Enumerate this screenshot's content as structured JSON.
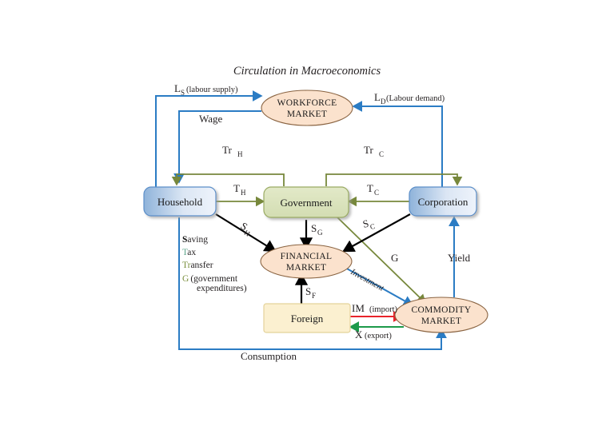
{
  "title": "Circulation in Macroeconomics",
  "colors": {
    "blue_line": "#2b7cc4",
    "olive_line": "#77883c",
    "black_line": "#000000",
    "red_line": "#e8232a",
    "green_line": "#1d9a4a",
    "ellipse_fill": "#fbe2cd",
    "ellipse_stroke": "#8a6442",
    "box_blue_light": "#e8eff9",
    "box_blue_dark": "#8fb3da",
    "box_blue_stroke": "#5b8fc9",
    "box_green_fill": "#dde5c0",
    "box_green_stroke": "#9aab63",
    "box_cream_fill": "#fbf0d0",
    "box_cream_stroke": "#e4d39a",
    "text": "#231f20"
  },
  "nodes": {
    "workforce_market": {
      "line1": "WORKFORCE",
      "line2": "MARKET"
    },
    "financial_market": {
      "line1": "FINANCIAL",
      "line2": "MARKET"
    },
    "commodity_market": {
      "line1": "COMMODITY",
      "line2": "MARKET"
    },
    "household": {
      "label": "Household"
    },
    "government": {
      "label": "Government"
    },
    "corporation": {
      "label": "Corporation"
    },
    "foreign": {
      "label": "Foreign"
    }
  },
  "flows": {
    "labour_supply": {
      "symbol": "L",
      "subscript": "S",
      "note": "(labour supply)"
    },
    "labour_demand": {
      "symbol": "L",
      "subscript": "D",
      "note": "(Labour demand)"
    },
    "wage": {
      "label": "Wage"
    },
    "transfer_household": {
      "symbol": "Tr",
      "subscript": "H"
    },
    "transfer_corporation": {
      "symbol": "Tr",
      "subscript": "C"
    },
    "tax_household": {
      "symbol": "T",
      "subscript": "H"
    },
    "tax_corporation": {
      "symbol": "T",
      "subscript": "C"
    },
    "saving_household": {
      "symbol": "S",
      "subscript": "H"
    },
    "saving_government": {
      "symbol": "S",
      "subscript": "G"
    },
    "saving_corporation": {
      "symbol": "S",
      "subscript": "C"
    },
    "saving_foreign": {
      "symbol": "S",
      "subscript": "F"
    },
    "government_expenditure": {
      "symbol": "G"
    },
    "investment": {
      "label": "Investment"
    },
    "yield": {
      "label": "Yield"
    },
    "consumption": {
      "label": "Consumption"
    },
    "import": {
      "symbol": "IM",
      "note": "(import)"
    },
    "export": {
      "symbol": "X",
      "note": "(export)"
    }
  },
  "legend": {
    "saving": {
      "initial": "S",
      "rest": "aving"
    },
    "tax": {
      "initial": "T",
      "rest": "ax"
    },
    "transfer": {
      "initial": "Tr",
      "rest": "ansfer"
    },
    "government": {
      "initial": "G",
      "rest": "(government",
      "rest2": "expenditures)"
    }
  }
}
